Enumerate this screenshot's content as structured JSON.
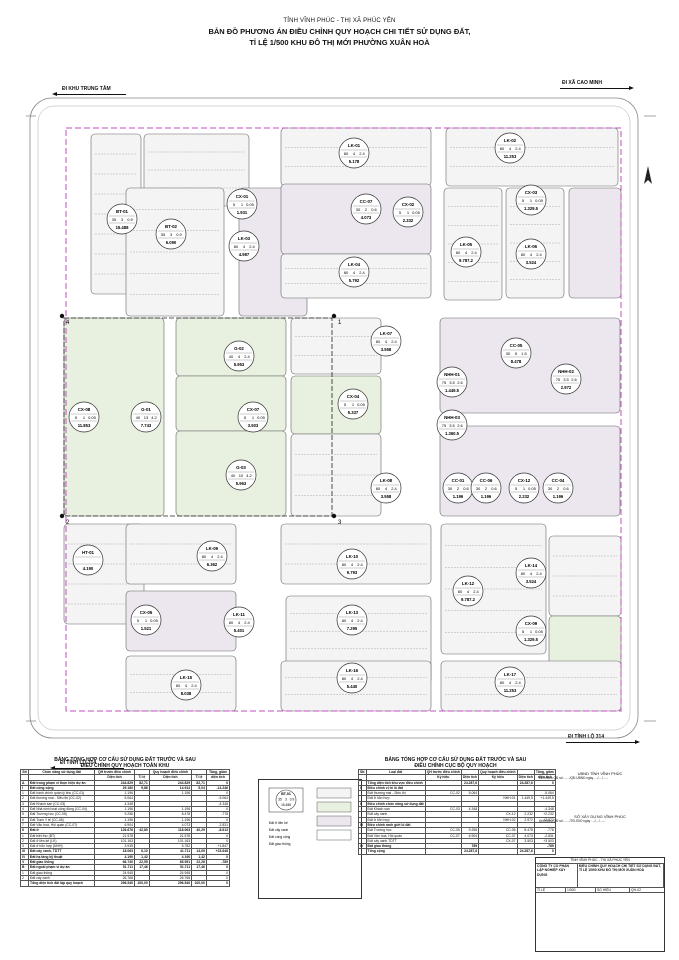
{
  "header": {
    "province_line": "TỈNH VĨNH PHÚC - THỊ XÃ PHÚC YÊN",
    "title_line1": "BẢN ĐỒ PHƯƠNG ÁN ĐIỀU CHỈNH QUY HOẠCH CHI TIẾT SỬ DỤNG ĐẤT,",
    "title_line2": "TỈ LỆ 1/500 KHU ĐÔ THỊ MỚI PHƯỜNG XUÂN HOÀ"
  },
  "roads": {
    "top_left": "ĐI KHU TRUNG TÂM",
    "top_right": "ĐI XÃ CAO MINH",
    "bottom_left": "ĐI TỈNH LỘ 314",
    "bottom_right": "ĐI TỈNH LỘ 314"
  },
  "points": [
    "1",
    "2",
    "3",
    "4"
  ],
  "blocks": [
    {
      "code": "LK-01",
      "p1": "80",
      "p2": "4",
      "p3": "2.4",
      "area": "5.178"
    },
    {
      "code": "LK-02",
      "p1": "80",
      "p2": "4",
      "p3": "2.4",
      "area": "11.253"
    },
    {
      "code": "BT-01",
      "p1": "35",
      "p2": "3",
      "p3": "0.9",
      "area": "15.488"
    },
    {
      "code": "BT-02",
      "p1": "35",
      "p2": "3",
      "p3": "0.9",
      "area": "6.090"
    },
    {
      "code": "CX-01",
      "p1": "5",
      "p2": "1",
      "p3": "0.05",
      "area": "1.931"
    },
    {
      "code": "LK-03",
      "p1": "80",
      "p2": "4",
      "p3": "2.4",
      "area": "4.987"
    },
    {
      "code": "CC-07",
      "p1": "30",
      "p2": "2",
      "p3": "0.6",
      "area": "4.073"
    },
    {
      "code": "CX-02",
      "p1": "5",
      "p2": "1",
      "p3": "0.05",
      "area": "2.332"
    },
    {
      "code": "LK-04",
      "p1": "80",
      "p2": "4",
      "p3": "2.4",
      "area": "5.792"
    },
    {
      "code": "LK-05",
      "p1": "80",
      "p2": "4",
      "p3": "2.4",
      "area": "9.787.2"
    },
    {
      "code": "CX-03",
      "p1": "5",
      "p2": "1",
      "p3": "0.05",
      "area": "1.329.5"
    },
    {
      "code": "LK-06",
      "p1": "80",
      "p2": "4",
      "p3": "2.4",
      "area": "3.524"
    },
    {
      "code": "LK-07",
      "p1": "80",
      "p2": "4",
      "p3": "2.4",
      "area": "3.558"
    },
    {
      "code": "G-02",
      "p1": "40",
      "p2": "4",
      "p3": "2.4",
      "area": "5.953"
    },
    {
      "code": "CC-05",
      "p1": "30",
      "p2": "5",
      "p3": "1.5",
      "area": "8.478"
    },
    {
      "code": "NHH-01",
      "p1": "75",
      "p2": "3.5",
      "p3": "2.6",
      "area": "1.449.5"
    },
    {
      "code": "NHH-02",
      "p1": "75",
      "p2": "3.5",
      "p3": "2.6",
      "area": "2.972"
    },
    {
      "code": "CX-08",
      "p1": "5",
      "p2": "1",
      "p3": "0.05",
      "area": "11.853"
    },
    {
      "code": "G-01",
      "p1": "40",
      "p2": "13",
      "p3": "4.2",
      "area": "7.743"
    },
    {
      "code": "CX-07",
      "p1": "5",
      "p2": "1",
      "p3": "0.05",
      "area": "3.503"
    },
    {
      "code": "CX-04",
      "p1": "5",
      "p2": "1",
      "p3": "0.05",
      "area": "5.337"
    },
    {
      "code": "NHH-03",
      "p1": "75",
      "p2": "3.5",
      "p3": "2.6",
      "area": "1.360.5"
    },
    {
      "code": "G-03",
      "p1": "40",
      "p2": "10",
      "p3": "4.2",
      "area": "5.963"
    },
    {
      "code": "LK-08",
      "p1": "80",
      "p2": "4",
      "p3": "2.4",
      "area": "3.558"
    },
    {
      "code": "CC-01",
      "p1": "30",
      "p2": "2",
      "p3": "0.6",
      "area": "1.196"
    },
    {
      "code": "CC-06",
      "p1": "30",
      "p2": "2",
      "p3": "0.6",
      "area": "1.196"
    },
    {
      "code": "CX-12",
      "p1": "5",
      "p2": "1",
      "p3": "0.05",
      "area": "2.232"
    },
    {
      "code": "CC-04",
      "p1": "30",
      "p2": "2",
      "p3": "0.6",
      "area": "1.196"
    },
    {
      "code": "HT-01",
      "p1": "",
      "p2": "",
      "p3": "",
      "area": "4.190"
    },
    {
      "code": "LK-09",
      "p1": "80",
      "p2": "4",
      "p3": "2.4",
      "area": "6.362"
    },
    {
      "code": "LK-10",
      "p1": "80",
      "p2": "4",
      "p3": "2.4",
      "area": "9.793"
    },
    {
      "code": "LK-12",
      "p1": "80",
      "p2": "4",
      "p3": "2.4",
      "area": "9.787.2"
    },
    {
      "code": "LK-14",
      "p1": "80",
      "p2": "4",
      "p3": "2.4",
      "area": "3.524"
    },
    {
      "code": "CX-05",
      "p1": "5",
      "p2": "1",
      "p3": "0.05",
      "area": "1.521"
    },
    {
      "code": "LK-11",
      "p1": "80",
      "p2": "4",
      "p3": "2.4",
      "area": "5.401"
    },
    {
      "code": "LK-13",
      "p1": "80",
      "p2": "4",
      "p3": "2.4",
      "area": "7.295"
    },
    {
      "code": "CX-09",
      "p1": "5",
      "p2": "1",
      "p3": "0.05",
      "area": "1.329.5"
    },
    {
      "code": "LK-15",
      "p1": "80",
      "p2": "4",
      "p3": "2.4",
      "area": "8.038"
    },
    {
      "code": "LK-16",
      "p1": "80",
      "p2": "4",
      "p3": "2.4",
      "area": "5.440"
    },
    {
      "code": "LK-17",
      "p1": "80",
      "p2": "4",
      "p3": "2.4",
      "area": "11.253"
    }
  ],
  "table1": {
    "title1": "BẢNG TỔNG HỢP CƠ CẤU SỬ DỤNG ĐẤT TRƯỚC VÀ SAU",
    "title2": "ĐIỀU CHỈNH QUY HOẠCH TOÀN KHU",
    "headers": [
      "Stt",
      "Chức năng sử dụng đất",
      "QH trước điều chỉnh",
      "",
      "Quy hoạch điều chỉnh",
      "",
      "Tăng, giảm"
    ],
    "subheaders": [
      "",
      "",
      "Diện tích",
      "Tỉ lệ",
      "Diện tích",
      "Tỉ lệ",
      "diện tích"
    ],
    "rows": [
      {
        "bold": true,
        "cells": [
          "A",
          "Đất trong phạm vi thực hiện dự án",
          "244.829",
          "82,71",
          "244.829",
          "82,71",
          "0"
        ]
      },
      {
        "bold": true,
        "cells": [
          "I",
          "Đất công cộng",
          "29.160",
          "9,86",
          "14.914",
          "5,04",
          "-14.246"
        ]
      },
      {
        "bold": false,
        "cells": [
          "1",
          "Đất hành chính quản lý khu (CC-01)",
          "1.196",
          "",
          "1.196",
          "",
          "0"
        ]
      },
      {
        "bold": false,
        "cells": [
          "2",
          "Đất thương mại - Siêu thị (CC-02)",
          "5.064",
          "",
          "",
          "",
          "-5.064"
        ]
      },
      {
        "bold": false,
        "cells": [
          "3",
          "Đất Khách sạn (CC-03)",
          "4.348",
          "",
          "",
          "",
          "-4.348"
        ]
      },
      {
        "bold": false,
        "cells": [
          "4",
          "Đất Nhà sinh hoạt cộng đồng (CC-04)",
          "1.196",
          "",
          "1.196",
          "",
          "0"
        ]
      },
      {
        "bold": false,
        "cells": [
          "5",
          "Đất Trường học (CC-05)",
          "9.256",
          "",
          "8.478",
          "",
          "-778"
        ]
      },
      {
        "bold": false,
        "cells": [
          "6",
          "Đất Trạm Y tế (CC-06)",
          "1.196",
          "",
          "1.196",
          "",
          "0"
        ]
      },
      {
        "bold": false,
        "cells": [
          "7",
          "Đất Văn hoá, Hội quán (CC-07)",
          "6.904",
          "",
          "4.073",
          "",
          "-2.831"
        ]
      },
      {
        "bold": true,
        "cells": [
          "II",
          "Đất ở",
          "126.676",
          "42,80",
          "118.063",
          "40,29",
          "-8.613"
        ]
      },
      {
        "bold": false,
        "cells": [
          "1",
          "Đất biệt thự (BT)",
          "21.578",
          "",
          "21.578",
          "",
          "0"
        ]
      },
      {
        "bold": false,
        "cells": [
          "2",
          "Đất ở liên kế (LK)",
          "101.163",
          "",
          "101.163",
          "",
          "0"
        ]
      },
      {
        "bold": false,
        "cells": [
          "3",
          "Đất ở hỗn hợp (NHH)",
          "3.935",
          "",
          "5.782",
          "",
          "+1.847"
        ]
      },
      {
        "bold": true,
        "cells": [
          "III",
          "Đất cây xanh, TDTT",
          "18.063",
          "6,10",
          "41.711",
          "14,09",
          "+23.648"
        ]
      },
      {
        "bold": true,
        "cells": [
          "IV",
          "Đất hạ tầng kỹ thuật",
          "4.190",
          "1,42",
          "4.190",
          "1,42",
          "0"
        ]
      },
      {
        "bold": true,
        "cells": [
          "V",
          "Đất giao thông",
          "66.740",
          "22,55",
          "65.951",
          "22,28",
          "-789"
        ]
      },
      {
        "bold": true,
        "cells": [
          "B",
          "Đất ngoài phạm vi dự án",
          "51.711",
          "17,46",
          "51.711",
          "17,46",
          "0"
        ]
      },
      {
        "bold": false,
        "cells": [
          "1",
          "Đất giao thông",
          "24.945",
          "",
          "24.945",
          "",
          "0"
        ]
      },
      {
        "bold": false,
        "cells": [
          "2",
          "Đất cây xanh",
          "26.766",
          "",
          "26.766",
          "",
          "0"
        ]
      },
      {
        "bold": true,
        "cells": [
          "",
          "Tổng diện tích đất lập quy hoạch",
          "296.540",
          "100,00",
          "296.540",
          "100,00",
          "0"
        ]
      }
    ]
  },
  "legend": {
    "sample_code": "BT-01",
    "sample_values": [
      "35",
      "3",
      "0.9"
    ],
    "sample_area": "15.488",
    "items": [
      "Đất ở liên kế",
      "Đất cây xanh",
      "Đất công cộng",
      "Đất giao thông"
    ]
  },
  "table2": {
    "title1": "BẢNG TỔNG HỢP CƠ CẤU SỬ DỤNG ĐẤT TRƯỚC VÀ SAU",
    "title2": "ĐIỀU CHỈNH CỤC BỘ QUY HOẠCH",
    "headers": [
      "Stt",
      "Loại đất",
      "QH trước điều chỉnh",
      "",
      "Quy hoạch điều chỉnh",
      "",
      "Tăng, giảm"
    ],
    "subheaders": [
      "",
      "",
      "Ký hiệu",
      "Diện tích",
      "Ký hiệu",
      "Diện tích",
      "diện tích"
    ],
    "rows": [
      {
        "bold": true,
        "cells": [
          "",
          "Tổng diện tích khu vực điều chỉnh",
          "",
          "24.287,6",
          "",
          "24.287,6",
          "0"
        ]
      },
      {
        "bold": true,
        "cells": [
          "I",
          "Điều chỉnh vị trí lô đất",
          "",
          "",
          "",
          "",
          ""
        ]
      },
      {
        "bold": false,
        "cells": [
          "",
          "Đất thương mại - Siêu thị",
          "CC-02",
          "5.064",
          "",
          "",
          "-5.064"
        ]
      },
      {
        "bold": false,
        "cells": [
          "",
          "Đất ở hỗn hợp",
          "",
          "",
          "NHH-01",
          "1.449,5",
          "+1.449,5"
        ]
      },
      {
        "bold": true,
        "cells": [
          "II",
          "Điều chỉnh chức năng sử dụng đất",
          "",
          "",
          "",
          "",
          ""
        ]
      },
      {
        "bold": false,
        "cells": [
          "",
          "Đất Khách sạn",
          "CC-03",
          "4.348",
          "",
          "",
          "-4.348"
        ]
      },
      {
        "bold": false,
        "cells": [
          "",
          "Đất cây xanh",
          "",
          "",
          "CX-12",
          "2.232",
          "+2.232"
        ]
      },
      {
        "bold": false,
        "cells": [
          "",
          "Đất ở hỗn hợp",
          "",
          "",
          "NHH-02",
          "2.972",
          "+2.972"
        ]
      },
      {
        "bold": true,
        "cells": [
          "III",
          "Điều chỉnh ranh giới lô đất",
          "",
          "",
          "",
          "",
          ""
        ]
      },
      {
        "bold": false,
        "cells": [
          "",
          "Đất Trường học",
          "CC-05",
          "9.256",
          "CC-05",
          "8.478",
          "-778"
        ]
      },
      {
        "bold": false,
        "cells": [
          "",
          "Đất Văn hoá, Hội quán",
          "CC-07",
          "6.904",
          "CC-07",
          "4.073",
          "-2.831"
        ]
      },
      {
        "bold": false,
        "cells": [
          "",
          "Đất cây xanh TDTT",
          "",
          "",
          "CX-07",
          "3.503",
          "+3.503"
        ]
      },
      {
        "bold": true,
        "cells": [
          "IV",
          "Đất giao thông",
          "",
          "789",
          "",
          "",
          "-789"
        ]
      },
      {
        "bold": true,
        "cells": [
          "",
          "Tổng cộng",
          "",
          "24.287,6",
          "",
          "24.287,6",
          "0"
        ]
      }
    ]
  },
  "title_block": {
    "approval1": "UBND TỈNH VĨNH PHÚC",
    "approval1_sub": "Kèm theo QĐ số: ....../QĐ-UBND ngày ..../..../......",
    "approval2": "SỞ XÂY DỰNG VĨNH PHÚC",
    "approval2_sub": "Kèm theo QĐ số: ....../TĐ-SXD ngày ..../..../......",
    "client": "TỈNH VĨNH PHÚC - THỊ XÃ PHÚC YÊN",
    "company": "CÔNG TY CỔ PHẦN LẬP NGHIỆP XÂY DỰNG",
    "drawing_title": "ĐIỀU CHỈNH QUY HOẠCH CHI TIẾT SỬ DỤNG ĐẤT, TỈ LỆ 1/500 KHU ĐÔ THỊ MỚI XUÂN HOÀ",
    "scale_label": "TỈ LỆ",
    "scale": "1/500",
    "sheet_label": "SỐ HIỆU",
    "sheet": "QH-02"
  },
  "colors": {
    "boundary": "#c24fbf",
    "residential": "#f4f4f4",
    "green": "#e8f0e0",
    "public": "#ece6ee",
    "road": "#ffffff"
  }
}
